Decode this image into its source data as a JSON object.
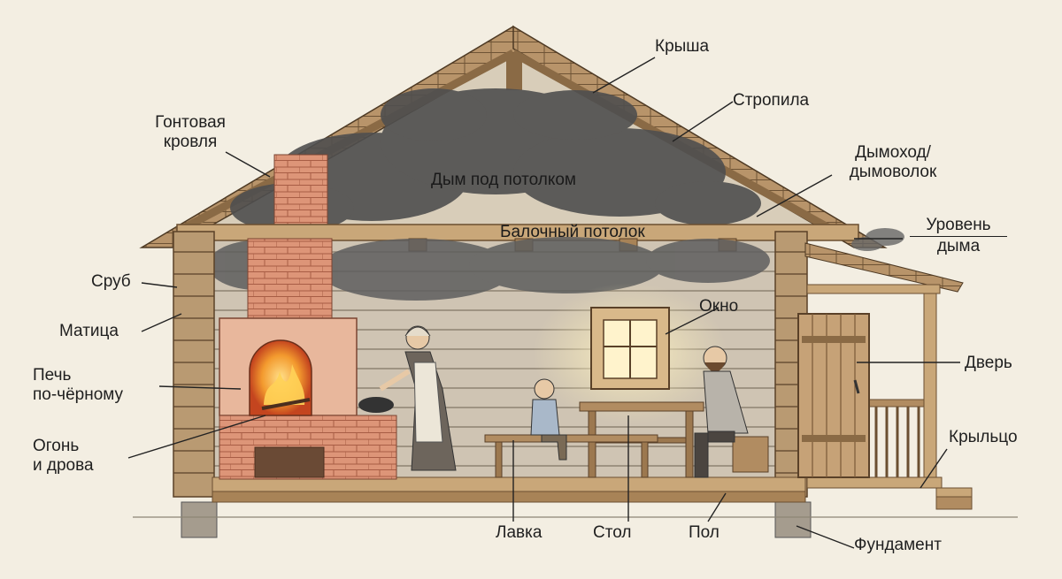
{
  "labels": {
    "roof": "Крыша",
    "rafters": "Стропила",
    "shingle_roof": [
      "Гонтовая",
      "кровля"
    ],
    "chimney": [
      "Дымоход/",
      "дымоволок"
    ],
    "smoke_ceiling": "Дым под потолком",
    "beam_ceiling": "Балочный потолок",
    "smoke_level": [
      "Уровень",
      "дыма"
    ],
    "log_frame": "Сруб",
    "matitsa": "Матица",
    "window": "Окно",
    "stove": [
      "Печь",
      "по-чёрному"
    ],
    "door": "Дверь",
    "fire": [
      "Огонь",
      "и дрова"
    ],
    "porch": "Крыльцо",
    "bench": "Лавка",
    "table": "Стол",
    "floor": "Пол",
    "foundation": "Фундамент"
  },
  "colors": {
    "background": "#f3eee2",
    "wood": "#c9a779",
    "wood_dark": "#8a6a45",
    "smoke": "#5c5c5c",
    "brick": "#d98a6a",
    "fire": "#f29a2e",
    "ink": "#1f1f1f"
  }
}
